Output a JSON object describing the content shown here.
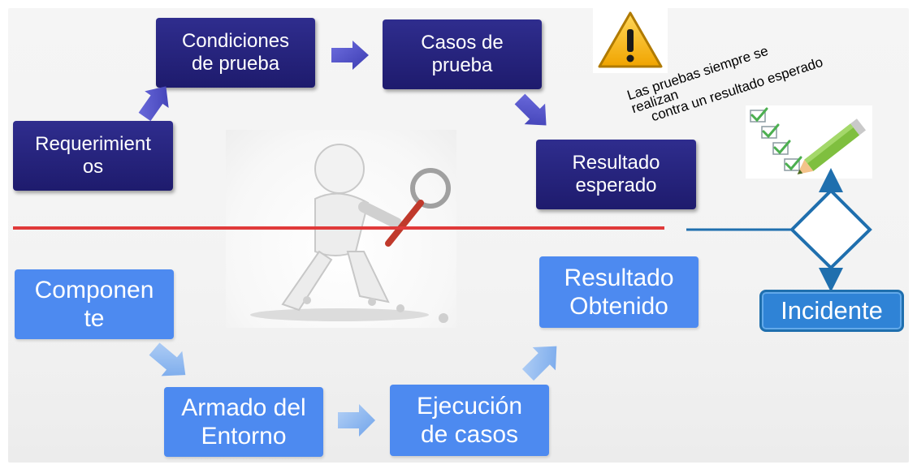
{
  "boxes": {
    "requerimientos": "Requerimient\nos",
    "condiciones": "Condiciones\nde prueba",
    "casos": "Casos de\nprueba",
    "resultado_esperado": "Resultado\nesperado",
    "componente": "Componen\nte",
    "armado": "Armado del\nEntorno",
    "ejecucion": "Ejecución\nde casos",
    "resultado_obtenido": "Resultado\nObtenido",
    "incidente": "Incidente"
  },
  "note": {
    "line1": "Las pruebas siempre se",
    "line2": "realizan",
    "line3": "contra un resultado esperado"
  },
  "icons": {
    "warning": "warning-icon",
    "checklist": "checklist-icon",
    "figure": "magnifier-figure-illustration"
  },
  "colors": {
    "dark_box": "#1e1b6d",
    "light_box": "#4d8af0",
    "red_line": "#e03a3a",
    "decision": "#1f6fae"
  }
}
